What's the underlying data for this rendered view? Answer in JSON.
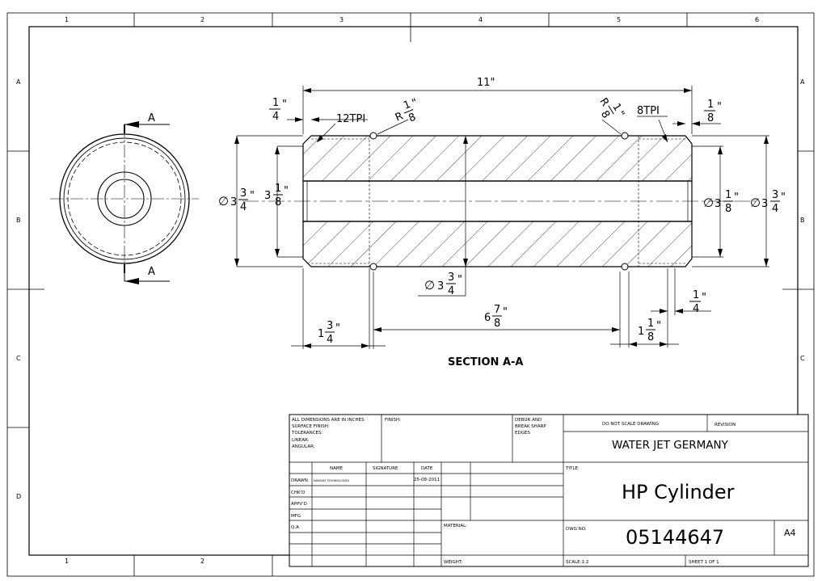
{
  "border": {
    "columns": [
      "1",
      "2",
      "3",
      "4",
      "5",
      "6"
    ],
    "rows": [
      "A",
      "B",
      "C",
      "D"
    ],
    "bottom_columns": [
      "1",
      "2"
    ]
  },
  "section_label": "A",
  "section_title": "SECTION A-A",
  "dims": {
    "overall_length": "11\"",
    "quarter_left_num": "1",
    "quarter_left_den": "4",
    "quarter_left_unit": "\"",
    "thread_left": "12TPI",
    "radius_left_r": "R",
    "radius_left_num": "1",
    "radius_left_den": "8",
    "radius_left_unit": "\"",
    "radius_right_r": "R",
    "radius_right_num": "1",
    "radius_right_den": "8",
    "radius_right_unit": "\"",
    "thread_right": "8TPI",
    "eighth_right_num": "1",
    "eighth_right_den": "8",
    "eighth_right_unit": "\"",
    "dia_outer_left_sym": "∅",
    "dia_outer_left_whole": "3",
    "dia_outer_left_num": "3",
    "dia_outer_left_den": "4",
    "dia_outer_left_unit": "\"",
    "bore_left_whole": "3",
    "bore_left_num": "1",
    "bore_left_den": "8",
    "bore_left_unit": "\"",
    "dia_inner_right_sym": "∅",
    "dia_inner_right_whole": "3",
    "dia_inner_right_num": "1",
    "dia_inner_right_den": "8",
    "dia_inner_right_unit": "\"",
    "dia_outer_right_sym": "∅",
    "dia_outer_right_whole": "3",
    "dia_outer_right_num": "3",
    "dia_outer_right_den": "4",
    "dia_outer_right_unit": "\"",
    "dia_mid_sym": "∅",
    "dia_mid_whole": "3",
    "dia_mid_num": "3",
    "dia_mid_den": "4",
    "dia_mid_unit": "\"",
    "quarter_right_num": "1",
    "quarter_right_den": "4",
    "quarter_right_unit": "\"",
    "len_mid_whole": "6",
    "len_mid_num": "7",
    "len_mid_den": "8",
    "len_mid_unit": "\"",
    "len_left_whole": "1",
    "len_left_num": "3",
    "len_left_den": "4",
    "len_left_unit": "\"",
    "len_right_whole": "1",
    "len_right_num": "1",
    "len_right_den": "8",
    "len_right_unit": "\""
  },
  "title_block": {
    "notes": [
      "ALL DIMENSIONS ARE IN INCHES",
      "SURFACE FINISH:",
      "TOLERANCES:",
      "LINEAR:",
      "ANGULAR:"
    ],
    "finish_label": "FINISH:",
    "deburr": [
      "DEBUR AND",
      "BREAK SHARP",
      "EDGES"
    ],
    "do_not_scale": "DO NOT SCALE DRAWING",
    "revision_label": "REVISION",
    "company": "WATER JET GERMANY",
    "hdr_name": "NAME",
    "hdr_signature": "SIGNATURE",
    "hdr_date": "DATE",
    "row_drawn": "DRAWN",
    "row_chkd": "CHK'D",
    "row_appvd": "APPV'D",
    "row_mfg": "MFG",
    "row_qa": "Q.A",
    "drawn_name": "NANODS TECHNOLOGIES",
    "drawn_date": "25-08-2011",
    "title_label": "TITLE:",
    "title": "HP Cylinder",
    "material_label": "MATERIAL:",
    "dwg_label": "DWG NO.",
    "dwg_no": "05144647",
    "size": "A4",
    "weight_label": "WEIGHT:",
    "scale": "SCALE:1:2",
    "sheet": "SHEET 1 OF 1"
  }
}
